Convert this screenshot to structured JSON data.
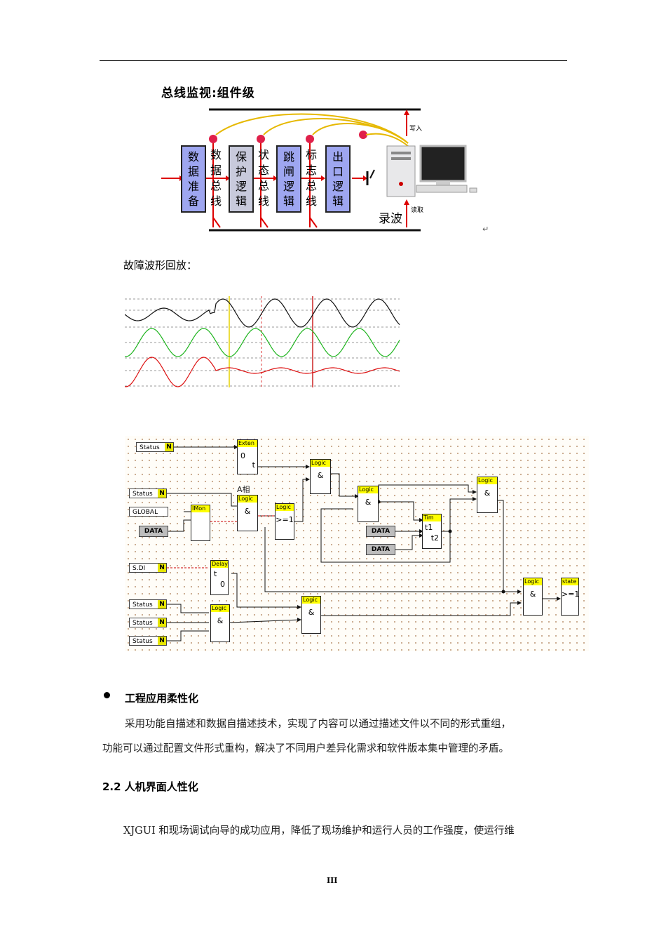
{
  "figure1": {
    "title": "总线监视:组件级",
    "blocks": [
      {
        "chars": [
          "数",
          "据",
          "准",
          "备"
        ],
        "style": "blue"
      },
      {
        "chars": [
          "保",
          "护",
          "逻",
          "辑"
        ],
        "style": "gray"
      },
      {
        "chars": [
          "跳",
          "闸",
          "逻",
          "辑"
        ],
        "style": "blue"
      },
      {
        "chars": [
          "出",
          "口",
          "逻",
          "辑"
        ],
        "style": "blue"
      }
    ],
    "buses": [
      {
        "chars": [
          "数",
          "据",
          "总",
          "线"
        ]
      },
      {
        "chars": [
          "状",
          "态",
          "总",
          "线"
        ]
      },
      {
        "chars": [
          "标",
          "志",
          "总",
          "线"
        ]
      }
    ],
    "label_write": "写入",
    "label_read": "读取",
    "label_record": "录波",
    "return_mark": "↵"
  },
  "caption_waveform": "故障波形回放：",
  "logic_diagram": {
    "status_inputs": [
      {
        "label": "Status",
        "flag": "N"
      },
      {
        "label": "Status",
        "flag": "N"
      },
      {
        "label": "GLOBAL",
        "flag": ""
      },
      {
        "label": "S.DI",
        "flag": "N"
      },
      {
        "label": "Status",
        "flag": "N"
      },
      {
        "label": "Status",
        "flag": "N"
      },
      {
        "label": "Status",
        "flag": "N"
      }
    ],
    "data_labels": [
      "DATA",
      "DATA",
      "DATA"
    ],
    "blocks": {
      "extend": {
        "header": "Exten",
        "sym_top": "0",
        "sym_bot": "t"
      },
      "imon": {
        "header": "IMon"
      },
      "phase_label": "A相",
      "logic_a": {
        "header": "Logic",
        "sym": "&"
      },
      "logic_or": {
        "header": "Logic",
        "sym": ">=1"
      },
      "logic_top": {
        "header": "Logic",
        "sym": "&"
      },
      "logic_mid": {
        "header": "Logic",
        "sym": "&"
      },
      "timer": {
        "header": "Tim",
        "sym_top": "t1",
        "sym_bot": "t2"
      },
      "logic_right": {
        "header": "Logic",
        "sym": "&"
      },
      "delay": {
        "header": "Delay",
        "sym_top": "t",
        "sym_bot": "0"
      },
      "logic_low1": {
        "header": "Logic",
        "sym": "&"
      },
      "logic_low2": {
        "header": "Logic",
        "sym": "&"
      },
      "logic_final": {
        "header": "Logic",
        "sym": "&"
      },
      "state": {
        "header": "state",
        "sym": ">=1"
      }
    }
  },
  "section_bullet_title": "工程应用柔性化",
  "para1_line1": "采用功能自描述和数据自描述技术，实现了内容可以通过描述文件以不同的形式重组，",
  "para1_line2": "功能可以通过配置文件形式重构，解决了不同用户差异化需求和软件版本集中管理的矛盾。",
  "section_heading": "2.2 人机界面人性化",
  "para2_line1": "XJGUI 和现场调试向导的成功应用，降低了现场维护和运行人员的工作强度，使运行维",
  "page_number": "III"
}
